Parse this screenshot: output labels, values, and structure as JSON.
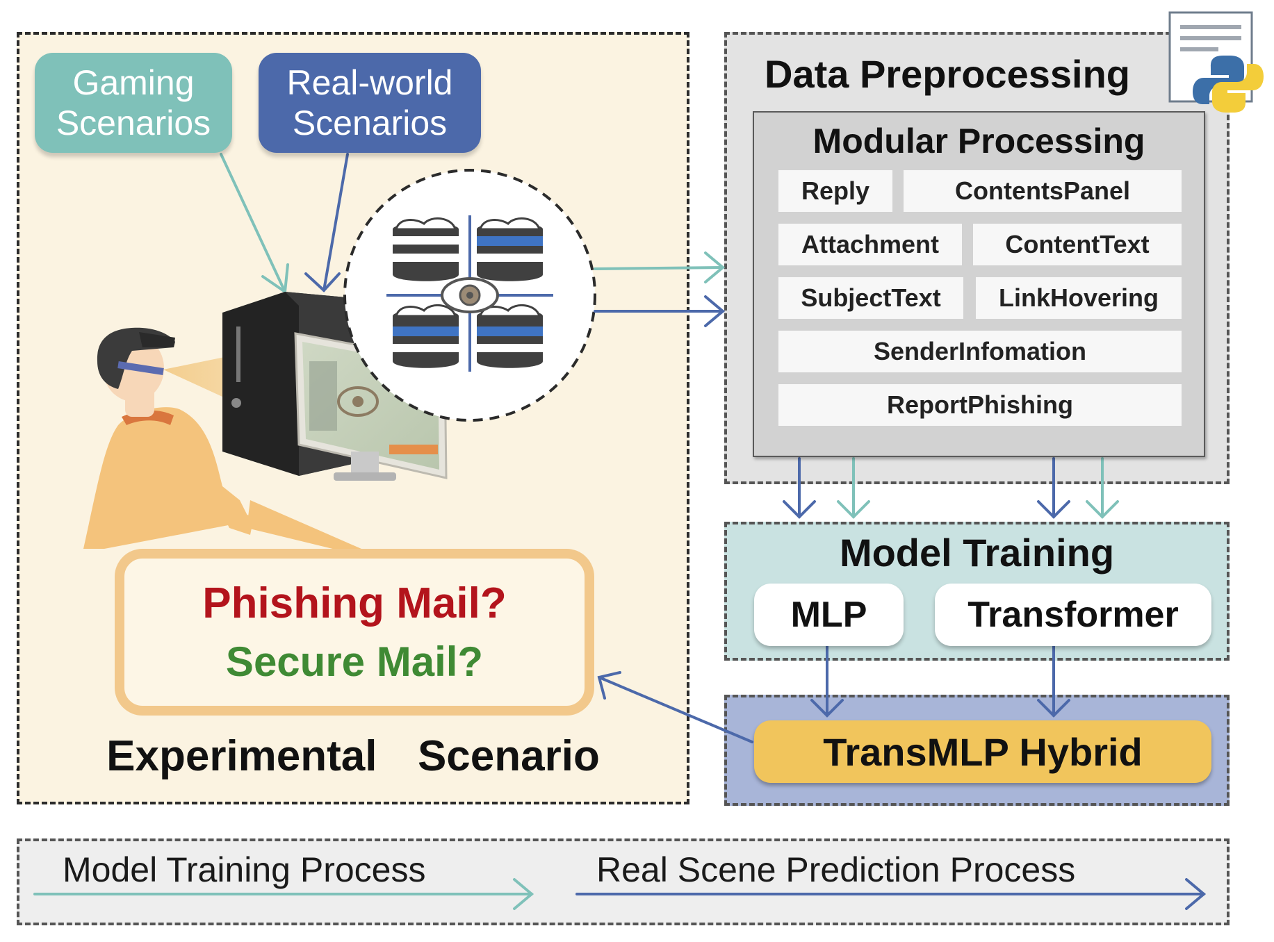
{
  "experimental": {
    "gaming": "Gaming\nScenarios",
    "realworld": "Real-world\nScenarios",
    "phishing": "Phishing Mail?",
    "secure": "Secure Mail?",
    "title": "Experimental  Scenario"
  },
  "preprocessing": {
    "title": "Data Preprocessing",
    "modular_title": "Modular Processing",
    "modules": [
      "Reply",
      "ContentsPanel",
      "Attachment",
      "ContentText",
      "SubjectText",
      "LinkHovering",
      "SenderInfomation",
      "ReportPhishing"
    ]
  },
  "training": {
    "title": "Model Training",
    "mlp": "MLP",
    "transformer": "Transformer"
  },
  "hybrid": {
    "label": "TransMLP Hybrid"
  },
  "legend": {
    "training_process": "Model Training Process",
    "prediction_process": "Real Scene Prediction Process"
  },
  "colors": {
    "teal": "#7fc1b9",
    "blue": "#4c69aa",
    "phishing": "#b3141c",
    "secure": "#3f8a34",
    "hybrid": "#f1c55c"
  }
}
